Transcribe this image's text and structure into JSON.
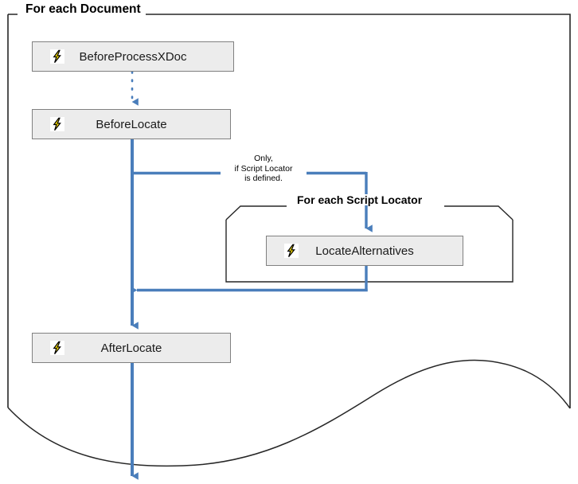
{
  "diagram": {
    "type": "flowchart",
    "background": "#ffffff",
    "colors": {
      "flow_blue": "#4a7ebb",
      "frame_stroke": "#262626",
      "node_fill": "#ececec",
      "node_border": "#808080",
      "icon_yellow": "#ffe400",
      "icon_outline": "#000000",
      "text": "#1a1a1a"
    },
    "groups": [
      {
        "name": "for-each-document",
        "title": "For each Document",
        "corner_style": "square",
        "bottom_edge": "torn-wave"
      },
      {
        "name": "for-each-script-locator",
        "title": "For each Script Locator",
        "corner_style": "beveled",
        "bottom_edge": "straight"
      }
    ],
    "nodes": [
      {
        "name": "before-process-xdoc",
        "label": "BeforeProcessXDoc",
        "icon": "lightning-bolt-icon"
      },
      {
        "name": "before-locate",
        "label": "BeforeLocate",
        "icon": "lightning-bolt-icon"
      },
      {
        "name": "locate-alternatives",
        "label": "LocateAlternatives",
        "icon": "lightning-bolt-icon"
      },
      {
        "name": "after-locate",
        "label": "AfterLocate",
        "icon": "lightning-bolt-icon"
      }
    ],
    "edges": [
      {
        "name": "edge-before-process-xdoc-to-before-locate",
        "from": "before-process-xdoc",
        "to": "before-locate",
        "style": "dotted",
        "arrow": true,
        "label": ""
      },
      {
        "name": "edge-before-locate-to-script-locator-group",
        "from": "before-locate",
        "to": "locate-alternatives",
        "style": "solid",
        "arrow": true,
        "label_lines": [
          "Only,",
          "if Script Locator",
          "is defined."
        ]
      },
      {
        "name": "edge-script-locator-group-return",
        "from": "locate-alternatives",
        "to": "after-locate",
        "style": "solid",
        "arrow": true,
        "label": ""
      },
      {
        "name": "edge-before-locate-to-after-locate",
        "from": "before-locate",
        "to": "after-locate",
        "style": "solid",
        "arrow": true,
        "label": ""
      },
      {
        "name": "edge-after-locate-out",
        "from": "after-locate",
        "to": "",
        "style": "solid",
        "arrow": true,
        "label": ""
      }
    ]
  }
}
